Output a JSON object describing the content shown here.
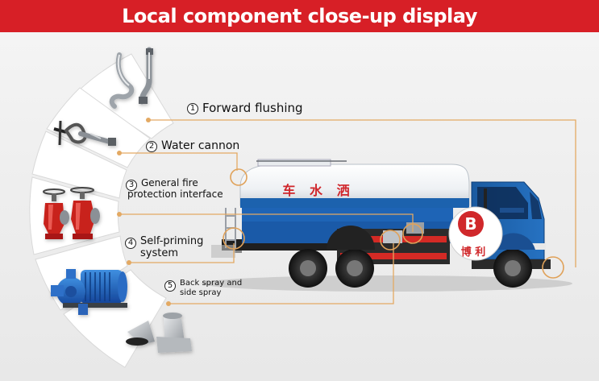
{
  "header": {
    "title": "Local component close-up display"
  },
  "components": [
    {
      "num": "1",
      "label": "Forward flushing",
      "icon": "forward-flushing-nozzle-photo"
    },
    {
      "num": "2",
      "label": "Water cannon",
      "icon": "water-cannon-photo"
    },
    {
      "num": "3",
      "label": "General fire protection interface",
      "line1": "General fire",
      "line2": "protection interface",
      "icon": "fire-hydrant-valve-photo"
    },
    {
      "num": "4",
      "label": "Self-priming system",
      "line1": "Self-priming",
      "line2": "system",
      "icon": "self-priming-pump-photo"
    },
    {
      "num": "5",
      "label": "Back spray and side spray",
      "line1": "Back spray and",
      "line2": "side spray",
      "icon": "spray-nozzle-photo"
    }
  ],
  "truck": {
    "tank_text": "车 水 洒",
    "logo_chars": "博 利",
    "colors": {
      "cab": "#1b5fa8",
      "tank": "#f2f4f6",
      "stripe": "#1c62ae",
      "chassis_red": "#d42a25",
      "logo": "#d0282b",
      "callout": "#e0a25a"
    }
  },
  "colors": {
    "header": "#d71f26",
    "header_text": "#ffffff",
    "callout_line": "#e3a963"
  }
}
